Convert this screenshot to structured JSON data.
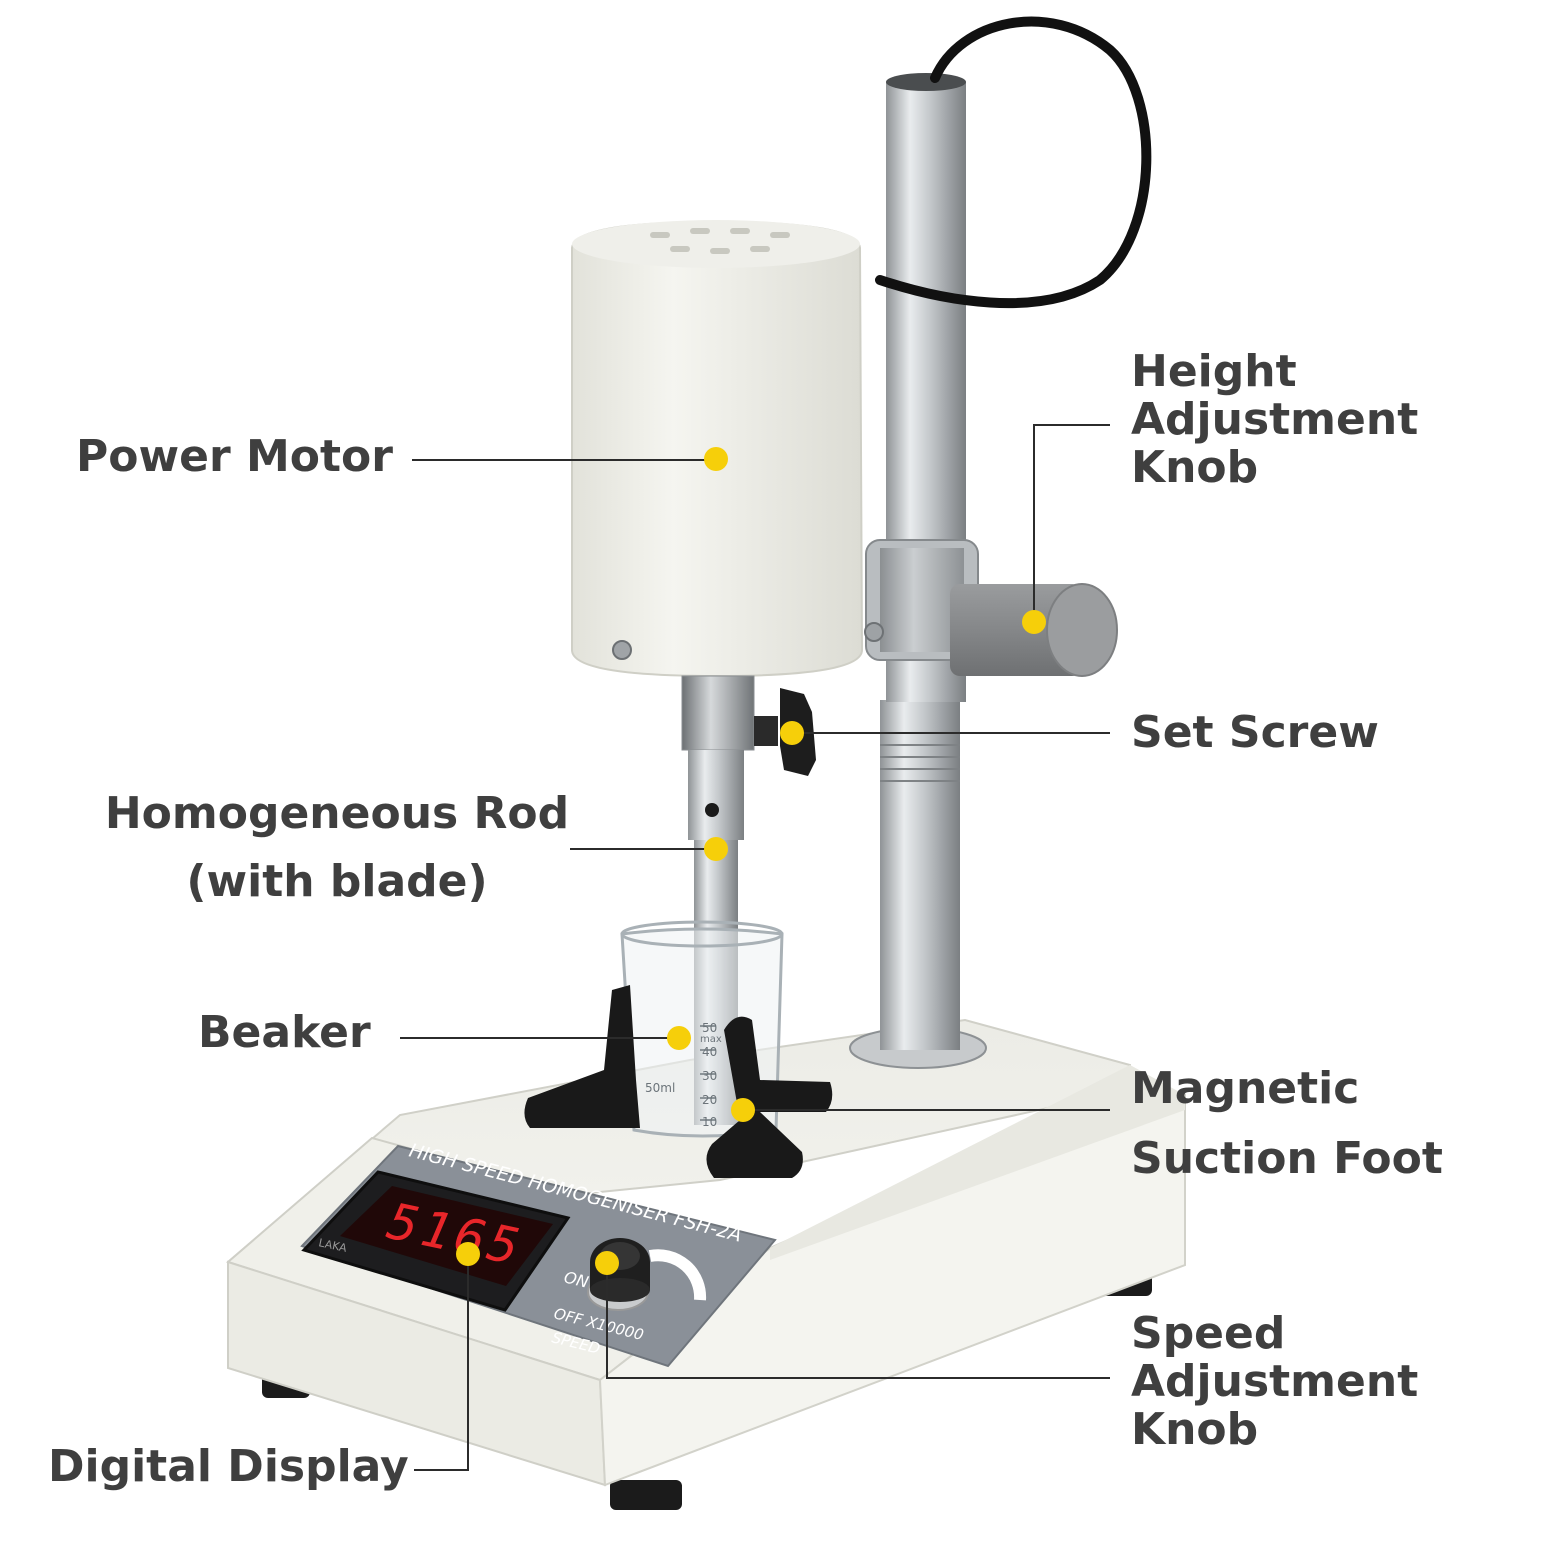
{
  "colors": {
    "marker": "#f6cf0a",
    "label_text": "#3f3f3f",
    "leader_line": "#2b2b2b",
    "display_digits": "#e8262a",
    "panel_gray": "#8a9098"
  },
  "callouts": {
    "power_motor": {
      "label": "Power Motor"
    },
    "height_knob": {
      "lines": [
        "Height",
        "Adjustment",
        "Knob"
      ]
    },
    "set_screw": {
      "label": "Set Screw"
    },
    "rod": {
      "lines": [
        "Homogeneous Rod",
        "(with blade)"
      ]
    },
    "beaker": {
      "label": "Beaker"
    },
    "magnetic_foot": {
      "lines": [
        "Magnetic",
        "Suction Foot"
      ]
    },
    "speed_knob": {
      "lines": [
        "Speed",
        "Adjustment",
        "Knob"
      ]
    },
    "digital_display": {
      "label": "Digital Display"
    }
  },
  "device": {
    "panel_title": "HIGH SPEED HOMOGENISER FSH-2A",
    "display_value": "5165",
    "brand": "LAKA",
    "knob_on_label": "ON",
    "knob_off_label": "OFF X10000",
    "knob_speed_label": "SPEED",
    "beaker_marks": [
      "50",
      "max",
      "40",
      "30",
      "20",
      "10"
    ],
    "beaker_volume": "50ml"
  }
}
